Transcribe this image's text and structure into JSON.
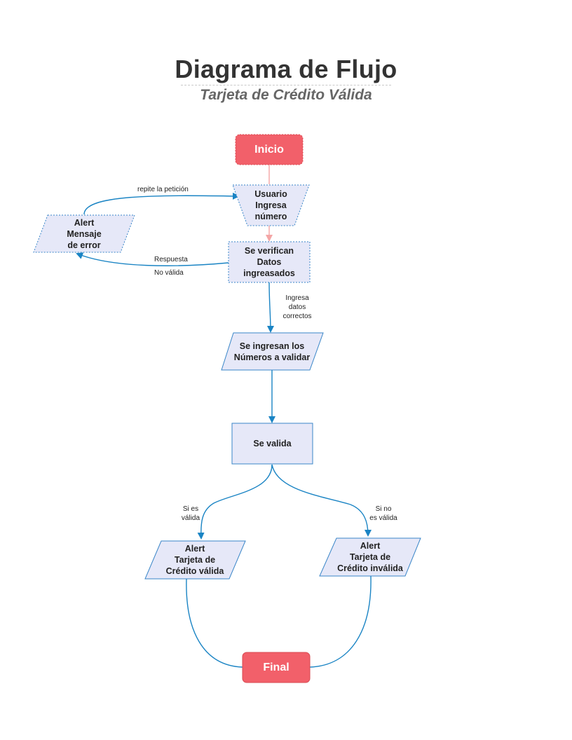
{
  "title": "Diagrama de Flujo",
  "subtitle": "Tarjeta de Crédito Válida",
  "nodes": {
    "inicio": "Inicio",
    "usuario": "Usuario\nIngresa\nnúmero",
    "alert_error": "Alert\nMensaje\nde error",
    "verifican": "Se verifican\nDatos\ningreasados",
    "ingresan": "Se ingresan los\nNúmeros a validar",
    "valida": "Se valida",
    "alert_valida": "Alert\nTarjeta de\nCrédito válida",
    "alert_invalida": "Alert\nTarjeta de\nCrédito inválida",
    "final": "Final"
  },
  "edge_labels": {
    "repite": "repite  la petición",
    "respuesta": "Respuesta",
    "no_valida": "No válida",
    "ingresa_datos": "Ingresa\ndatos\ncorrectos",
    "si_valida": "Si es\nválida",
    "si_no_valida": "Si  no\nes válida"
  },
  "colors": {
    "terminal_fill": "#f2606a",
    "node_fill": "#e6e8f8",
    "node_stroke": "#3a86c8",
    "edge_blue": "#1a84c4",
    "edge_pink": "#f4a6a6"
  }
}
